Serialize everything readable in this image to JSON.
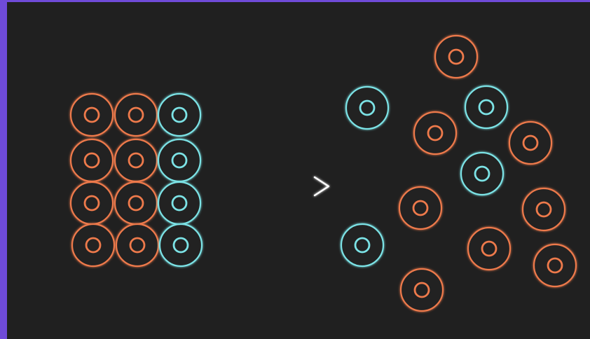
{
  "colors": {
    "background": "#202020",
    "frame": "#6f4bd8",
    "orange": "#ee7a4c",
    "cyan": "#7ce3e6",
    "arrow": "#ffffff"
  },
  "before": {
    "grid_rows": 4,
    "grid_columns": [
      "orange",
      "orange",
      "cyan"
    ]
  },
  "after": {
    "circles": [
      "orange",
      "cyan",
      "cyan",
      "orange",
      "orange",
      "cyan",
      "orange",
      "orange",
      "cyan",
      "orange",
      "orange",
      "orange"
    ]
  },
  "arrow": {
    "direction": "right"
  }
}
